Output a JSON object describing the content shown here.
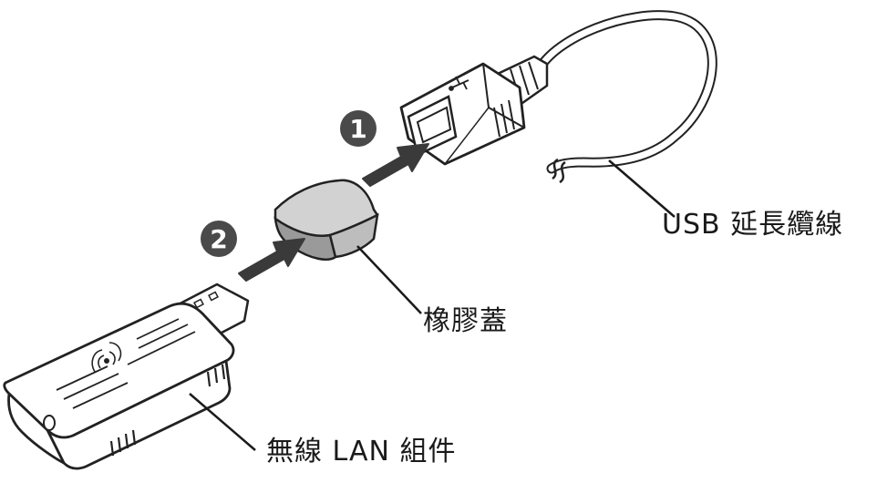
{
  "labels": {
    "usb_cable": "USB 延長纜線",
    "rubber_cap": "橡膠蓋",
    "wireless_lan": "無線 LAN 組件"
  },
  "steps": {
    "step1": "1",
    "step2": "2"
  },
  "colors": {
    "outline": "#222222",
    "fill": "#ffffff",
    "cap_fill": "#cfcfcf",
    "cap_dark": "#8c8c8c",
    "arrow": "#3a3a3a",
    "badge": "#4a4a4a"
  },
  "icons": {
    "usb_symbol": "usb-symbol-icon",
    "wireless_symbol": "wireless-signal-icon"
  }
}
